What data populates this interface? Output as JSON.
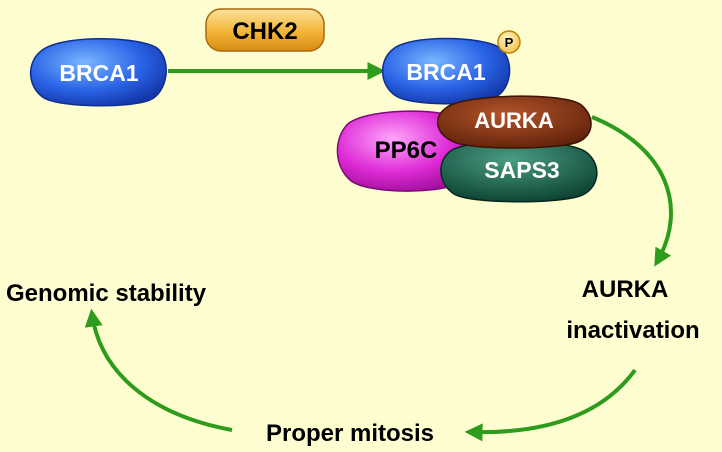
{
  "diagram": {
    "nodes": {
      "brca1_left": "BRCA1",
      "chk2": "CHK2",
      "brca1_right": "BRCA1",
      "phospho": "P",
      "aurka": "AURKA",
      "pp6c": "PP6C",
      "saps3": "SAPS3"
    },
    "labels": {
      "aurka_inactivation_line1": "AURKA",
      "aurka_inactivation_line2": "inactivation",
      "proper_mitosis": "Proper mitosis",
      "genomic_stability": "Genomic stability"
    },
    "colors": {
      "background": "#fefdd0",
      "arrow": "#2d9c1c",
      "brca1": "#2a63e6",
      "chk2": "#f3b437",
      "aurka": "#7c2a10",
      "pp6c": "#de2ad6",
      "saps3": "#0f5a44"
    }
  }
}
